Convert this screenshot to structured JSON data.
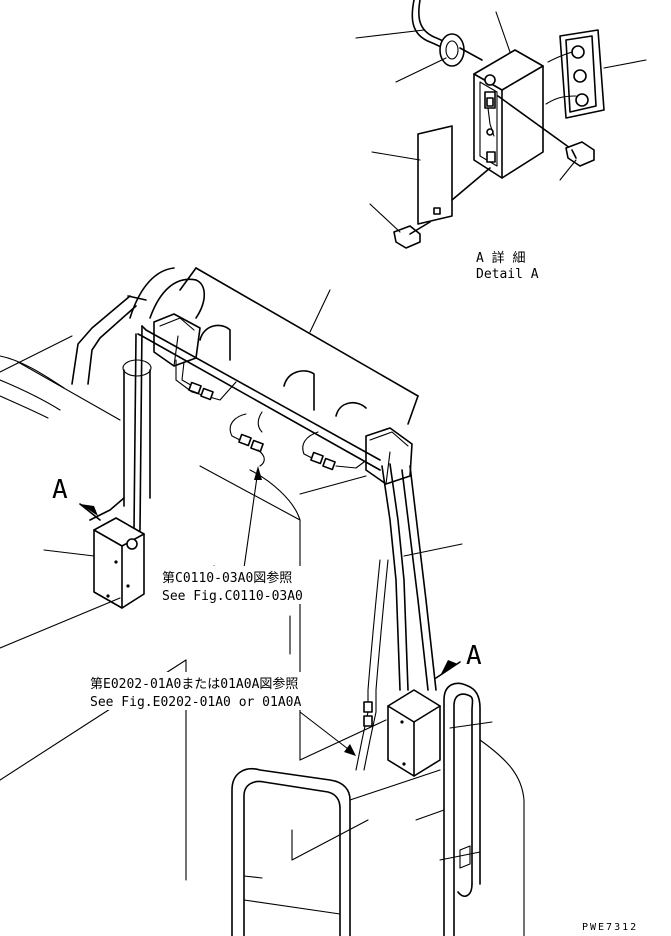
{
  "detail": {
    "jp": "A 詳 細",
    "en": "Detail A"
  },
  "view_markers": {
    "left": "A",
    "right": "A"
  },
  "references": {
    "fig1_jp": "第C0110-03A0図参照",
    "fig1_en": "See Fig.C0110-03A0",
    "fig2_jp": "第E0202-01A0または01A0A図参照",
    "fig2_en": "See Fig.E0202-01A0 or 01A0A"
  },
  "drawing_code": "PWE7312"
}
